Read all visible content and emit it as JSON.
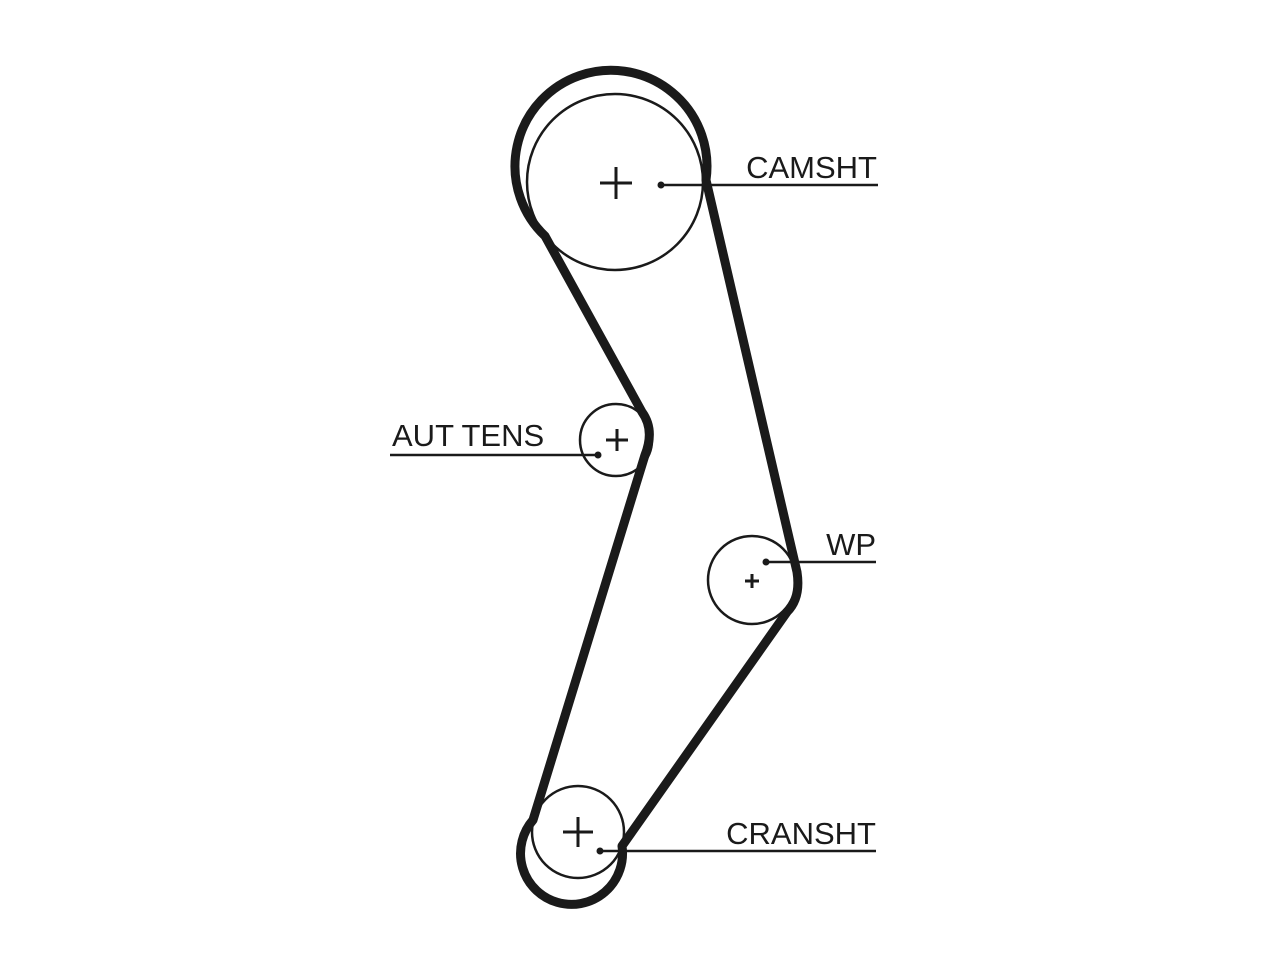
{
  "labels": {
    "camshaft": "CAMSHT",
    "tensioner": "AUT TENS",
    "water_pump": "WP",
    "crankshaft": "CRANSHT"
  },
  "colors": {
    "line": "#1a1a1a",
    "background": "#ffffff"
  }
}
